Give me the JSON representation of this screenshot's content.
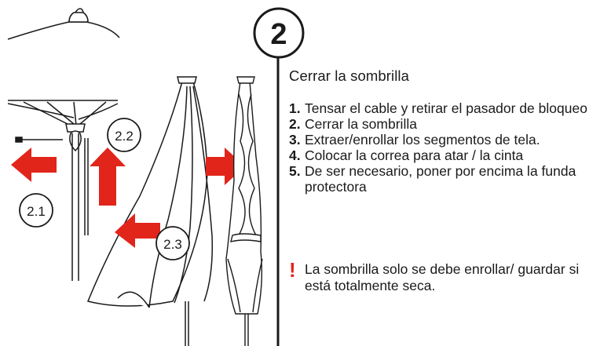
{
  "step_badge": "2",
  "title": "Cerrar la sombrilla",
  "steps": [
    {
      "num": "1.",
      "text": "Tensar el cable y retirar el pasador de bloqueo"
    },
    {
      "num": "2.",
      "text": "Cerrar la sombrilla"
    },
    {
      "num": "3.",
      "text": "Extraer/enrollar los segmentos de tela."
    },
    {
      "num": "4.",
      "text": "Colocar la correa para atar / la cinta"
    },
    {
      "num": "5.",
      "text": "De ser necesario, poner por encima la funda protectora"
    }
  ],
  "note": {
    "mark": "!",
    "text": "La sombrilla solo se debe enrollar/ guardar si está totalmente seca."
  },
  "callouts": {
    "c21": "2.1",
    "c22": "2.2",
    "c23": "2.3"
  },
  "colors": {
    "arrow": "#e1251b",
    "line": "#1a1a1a"
  }
}
